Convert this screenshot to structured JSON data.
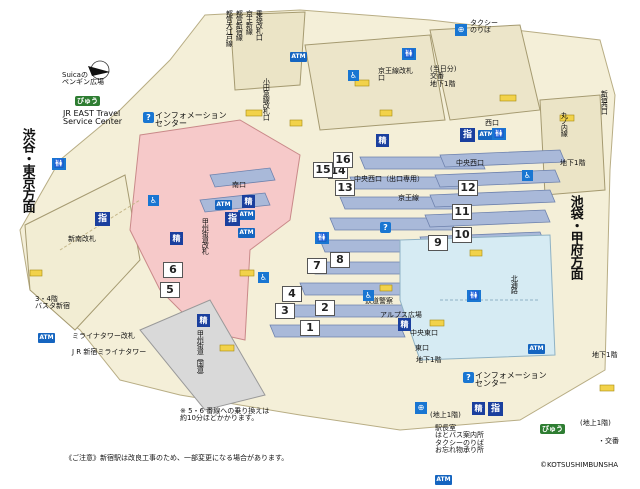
{
  "map": {
    "direction_left": "渋谷・東京方面",
    "direction_right": "池袋・甲府方面",
    "platform_numbers": [
      "1",
      "2",
      "3",
      "4",
      "5",
      "6",
      "7",
      "8",
      "9",
      "10",
      "11",
      "12",
      "13",
      "14",
      "15",
      "16"
    ],
    "gates": {
      "toei_oedo": "都営大江戸線",
      "toei_shinjuku": "都営新宿線",
      "keio_new": "京王新線",
      "transfer_gate": "乗換改札口",
      "keio_gate": "京王線改札口",
      "odakyu_gate": "小田急線改札口",
      "minami_guchi": "南口",
      "koshu_kaido": "甲州街道改札",
      "shin_minami": "新南改札",
      "chuo_nishiguchi_exit": "中央西口（出口専用）",
      "chuo_nishiguchi": "中央西口",
      "chuo_higashiguchi": "中央東口",
      "higashi_guchi": "東口",
      "nishi_guchi": "西口",
      "toei_nishiguchi": "新宿西口",
      "marunouchi": "丸ノ内線"
    },
    "labels": {
      "suica_plaza": "Suicaの\nペンギン広場",
      "view": "びゅう",
      "jr_travel": "JR EAST Travel\nService Center",
      "info_center": "インフォメーション\nセンター",
      "info_center_2": "インフォメーション\nセンター",
      "miraina_tower": "ミライナタワー改札",
      "jr_miraina": "J R 新宿ミライナタワー",
      "bus_shinjuku": "3・4階\nバスタ新宿",
      "koshu_kaido_road": "甲州街道（国道）",
      "police": "鉄道警察",
      "alps_plaza": "アルプス広場",
      "kita_tsuro": "北通路",
      "keio_line": "京王線",
      "taxi": "タクシー\nのりば",
      "toei_b1": "(当日分)\n交番\n地下1階",
      "b1": "地下1階",
      "b1_2": "地下1階",
      "above_1f": "(地上1階)",
      "above_1f_2": "(地上1階)",
      "station_master": "駅長室\nはとバス案内所\nタクシーのりば\nお忘れ物承り所",
      "koban_right": "・交番",
      "chikaka": "地下1階",
      "note_transfer": "※ 5・6 番線への乗り換えは\n約10分ほどかかります。",
      "note_footer": "《ご注意》新宿駅は改良工事のため、一部変更になる場合があります。",
      "copyright": "©KOTSUSHIMBUNSHA"
    },
    "icon_text": {
      "atm": "ATM",
      "shi": "指",
      "sei": "精",
      "info": "?",
      "view": "びゅう",
      "taxi": "⊕",
      "toilet": "🚻",
      "wheelchair": "♿"
    }
  }
}
